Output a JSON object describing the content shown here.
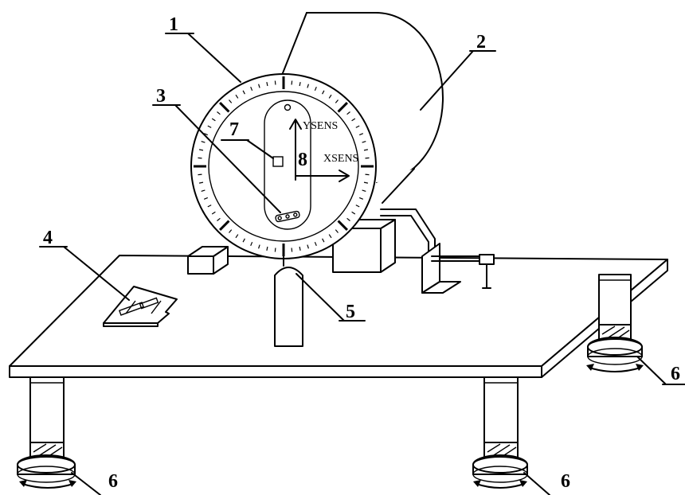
{
  "callouts": [
    "1",
    "2",
    "3",
    "4",
    "5",
    "6",
    "7",
    "8"
  ],
  "axes": {
    "y": "YSENS",
    "x": "XSENS"
  },
  "colors": {
    "stroke": "#000000",
    "background": "#ffffff"
  }
}
